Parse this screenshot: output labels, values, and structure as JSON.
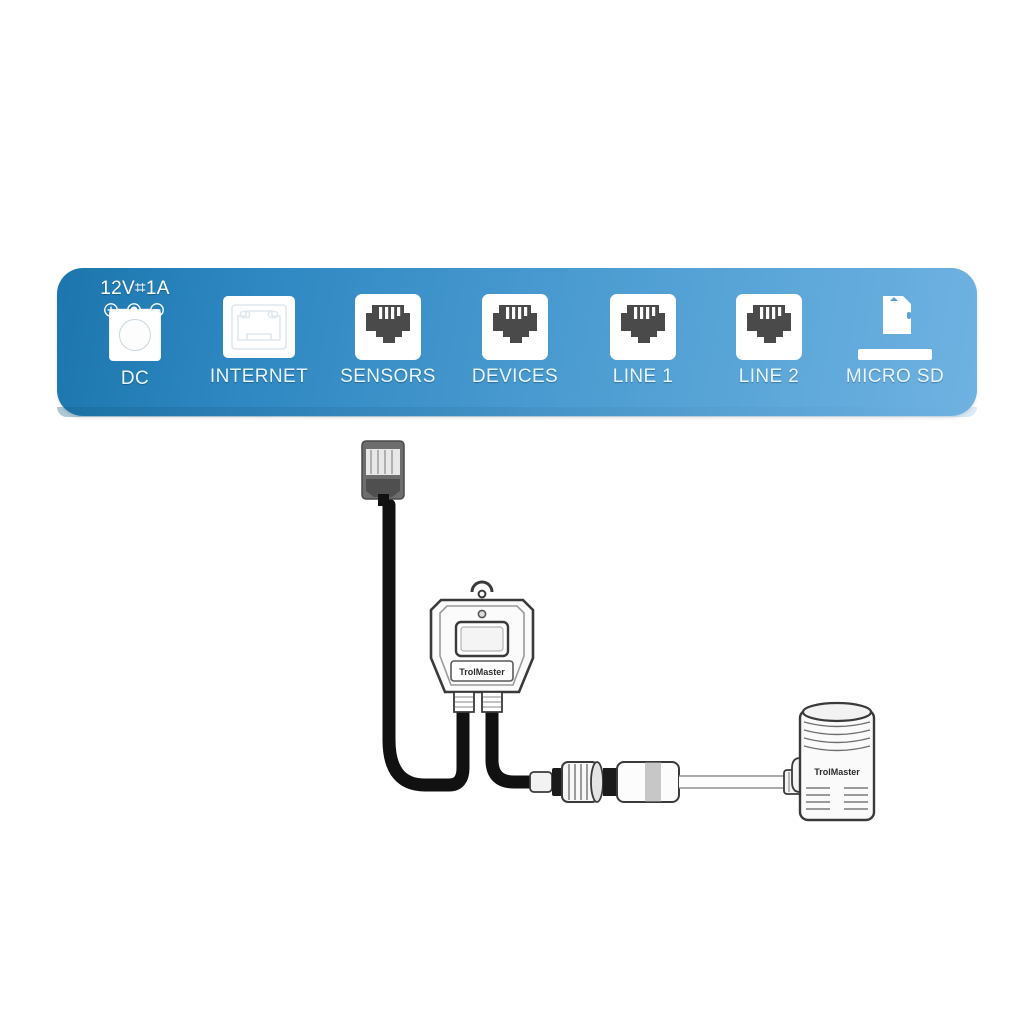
{
  "panel": {
    "name": "device-port-panel",
    "accent_blue_dark": "#1c76ad",
    "accent_blue_light": "#6fb2e2",
    "ports": [
      {
        "id": "dc",
        "label": "DC",
        "icon": "dc-barrel-jack-icon",
        "spec": "12V⌗1A",
        "polarity": "center-positive"
      },
      {
        "id": "internet",
        "label": "INTERNET",
        "icon": "rj45-ethernet-jack-icon"
      },
      {
        "id": "sensors",
        "label": "SENSORS",
        "icon": "rj-modular-jack-icon"
      },
      {
        "id": "devices",
        "label": "DEVICES",
        "icon": "rj-modular-jack-icon"
      },
      {
        "id": "line-1",
        "label": "LINE 1",
        "icon": "rj-modular-jack-icon"
      },
      {
        "id": "line-2",
        "label": "LINE 2",
        "icon": "rj-modular-jack-icon"
      },
      {
        "id": "micro-sd",
        "label": "MICRO SD",
        "icon": "micro-sd-card-icon"
      }
    ]
  },
  "hardware": {
    "rj_plug": {
      "name": "rj-modular-plug",
      "body_color": "#6d6d6d",
      "pin_color": "#e8e8e8"
    },
    "sensor_module": {
      "name": "sensor-module",
      "brand": "TrolMaster",
      "outline_color": "#3a3a3a",
      "body_color": "#fbfbfb"
    },
    "cable_black": {
      "name": "black-sensor-cable",
      "color": "#111111"
    },
    "connector": {
      "name": "circular-cable-connector",
      "color": "#f2f2f2"
    },
    "cable_white": {
      "name": "white-probe-cable",
      "color": "#fcfcfc"
    },
    "probe": {
      "name": "threaded-sensor-probe",
      "brand": "TrolMaster",
      "body_color": "#fafafa"
    }
  },
  "background": {
    "color": "#ffffff"
  }
}
